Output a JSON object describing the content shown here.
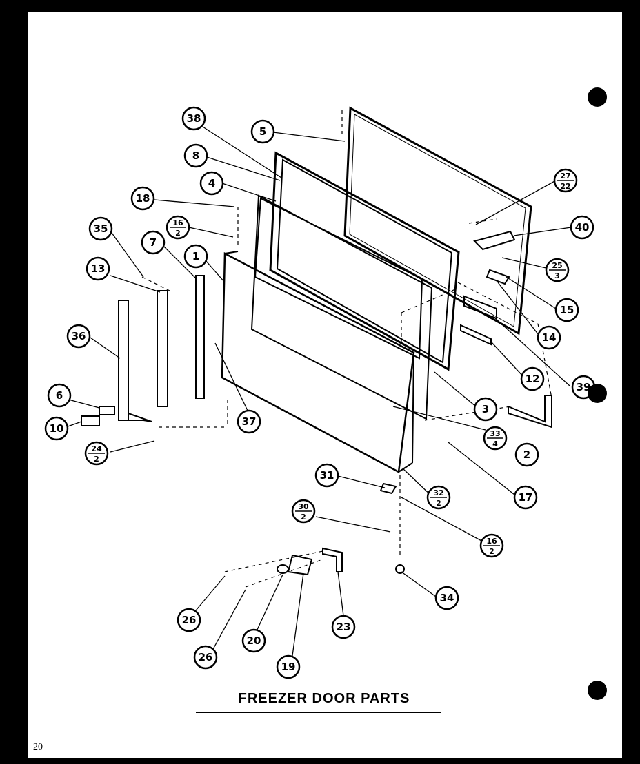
{
  "title": "FREEZER DOOR PARTS",
  "page_number": "20",
  "callouts": [
    {
      "id": "1",
      "label": "1"
    },
    {
      "id": "2",
      "label": "2"
    },
    {
      "id": "3",
      "label": "3"
    },
    {
      "id": "4",
      "label": "4"
    },
    {
      "id": "5",
      "label": "5"
    },
    {
      "id": "6",
      "label": "6"
    },
    {
      "id": "7",
      "label": "7"
    },
    {
      "id": "8",
      "label": "8"
    },
    {
      "id": "10",
      "label": "10"
    },
    {
      "id": "12",
      "label": "12"
    },
    {
      "id": "13",
      "label": "13"
    },
    {
      "id": "14",
      "label": "14"
    },
    {
      "id": "15",
      "label": "15"
    },
    {
      "id": "17",
      "label": "17"
    },
    {
      "id": "18",
      "label": "18"
    },
    {
      "id": "19",
      "label": "19"
    },
    {
      "id": "20",
      "label": "20"
    },
    {
      "id": "23",
      "label": "23"
    },
    {
      "id": "26a",
      "label": "26"
    },
    {
      "id": "26b",
      "label": "26"
    },
    {
      "id": "31",
      "label": "31"
    },
    {
      "id": "34",
      "label": "34"
    },
    {
      "id": "35",
      "label": "35"
    },
    {
      "id": "36",
      "label": "36"
    },
    {
      "id": "37",
      "label": "37"
    },
    {
      "id": "38",
      "label": "38"
    },
    {
      "id": "39",
      "label": "39"
    },
    {
      "id": "40",
      "label": "40"
    }
  ],
  "fraction_callouts": [
    {
      "id": "16-2-top",
      "top": "16",
      "bottom": "2"
    },
    {
      "id": "27-22",
      "top": "27",
      "bottom": "22"
    },
    {
      "id": "25-3",
      "top": "25",
      "bottom": "3"
    },
    {
      "id": "33-4",
      "top": "33",
      "bottom": "4"
    },
    {
      "id": "24-2",
      "top": "24",
      "bottom": "2"
    },
    {
      "id": "32-2",
      "top": "32",
      "bottom": "2"
    },
    {
      "id": "30-2",
      "top": "30",
      "bottom": "2"
    },
    {
      "id": "16-2-bottom",
      "top": "16",
      "bottom": "2"
    }
  ]
}
